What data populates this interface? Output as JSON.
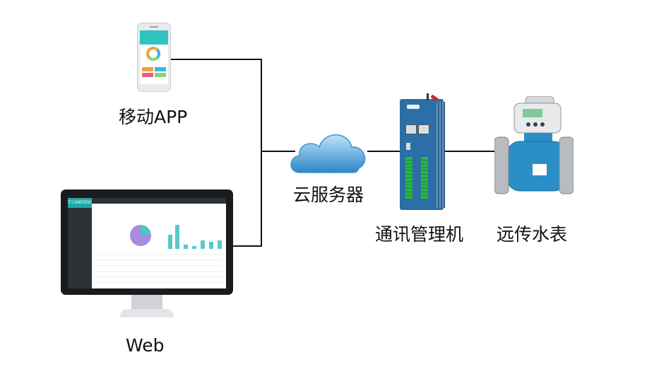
{
  "nodes": {
    "mobile_app": "移动APP",
    "cloud": "云服务器",
    "gateway": "通讯管理机",
    "meter": "远传水表",
    "web": "Web"
  },
  "web_screen": {
    "brand": "T☉ENERGY"
  },
  "colors": {
    "line": "#111111",
    "cloud": "#3a97d4",
    "gateway_body": "#2b6fa6",
    "meter_body": "#2a8fc6",
    "terminals": "#2bb34a",
    "accent_teal": "#1fa9a5"
  }
}
